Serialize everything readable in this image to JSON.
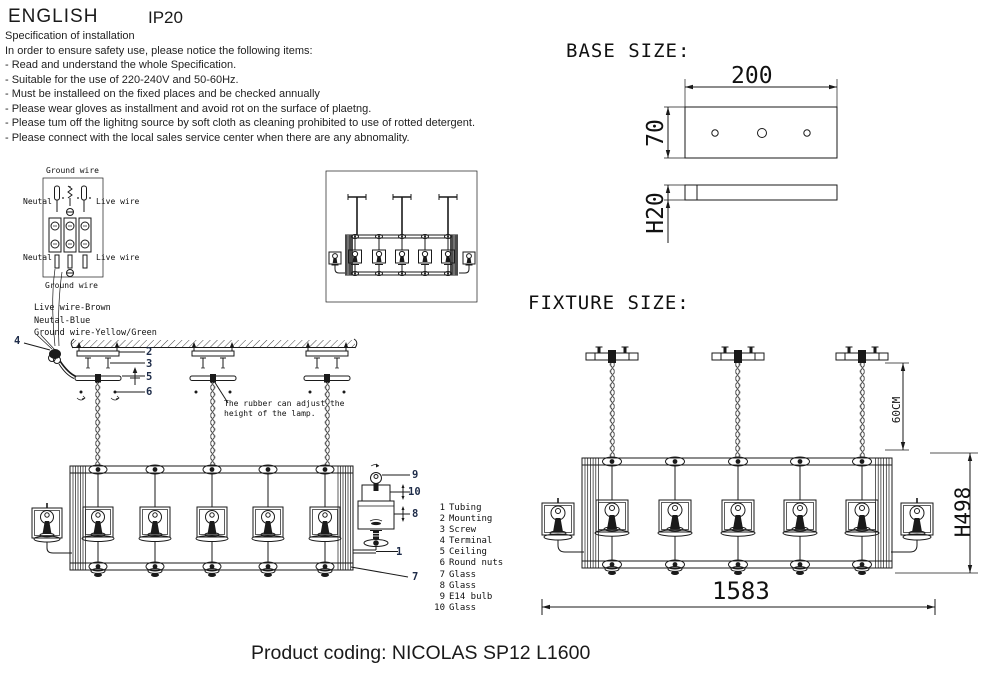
{
  "header": {
    "language": "ENGLISH",
    "ip": "IP20"
  },
  "spec": {
    "title": "Specification of installation",
    "intro": "In order to ensure safety use, please notice the following items:",
    "items": [
      "- Read and understand the whole Specification.",
      "- Suitable for the use of 220-240V and 50-60Hz.",
      "- Must be installeed on the fixed places and be checked annually",
      "- Please wear gloves as installment and avoid rot on the surface of plaetng.",
      "- Please tum off the lighitng source by soft cloth as cleaning prohibited to use of rotted detergent.",
      "- Please connect with the local sales service center when there are any abnomality."
    ]
  },
  "wiring": {
    "ground_top": "Ground wire",
    "neutral_top": "Neutal",
    "live_top": "Live wire",
    "neutral_bottom": "Neutal",
    "live_bottom": "Live wire",
    "ground_bottom": "Ground wire",
    "legend": [
      "Live wire-Brown",
      "Neutal-Blue",
      "Ground wire-Yellow/Green"
    ]
  },
  "install": {
    "note_line1": "The rubber can adjust the",
    "note_line2": "height of the lamp.",
    "callouts": {
      "c1": "1",
      "c2": "2",
      "c3": "3",
      "c4": "4",
      "c5": "5",
      "c6": "6",
      "c7": "7",
      "c8": "8",
      "c9": "9",
      "c10": "10"
    }
  },
  "parts": {
    "items": [
      {
        "num": "1",
        "label": "Tubing"
      },
      {
        "num": "2",
        "label": "Mounting"
      },
      {
        "num": "3",
        "label": "Screw"
      },
      {
        "num": "4",
        "label": "Terminal"
      },
      {
        "num": "5",
        "label": "Ceiling"
      },
      {
        "num": "6",
        "label": "Round nuts"
      },
      {
        "num": "7",
        "label": "Glass"
      },
      {
        "num": "8",
        "label": "Glass"
      },
      {
        "num": "9",
        "label": "E14 bulb"
      },
      {
        "num": "10",
        "label": "Glass"
      }
    ]
  },
  "base_size": {
    "title": "BASE SIZE:",
    "width": "200",
    "depth": "70",
    "height": "H20"
  },
  "fixture_size": {
    "title": "FIXTURE SIZE:",
    "chain": "60CM",
    "height": "H498",
    "length": "1583"
  },
  "footer": {
    "product_coding": "Product coding: NICOLAS SP12 L1600"
  },
  "colors": {
    "line": "#1a1a1a",
    "callout": "#1e2c49",
    "background": "#ffffff"
  }
}
